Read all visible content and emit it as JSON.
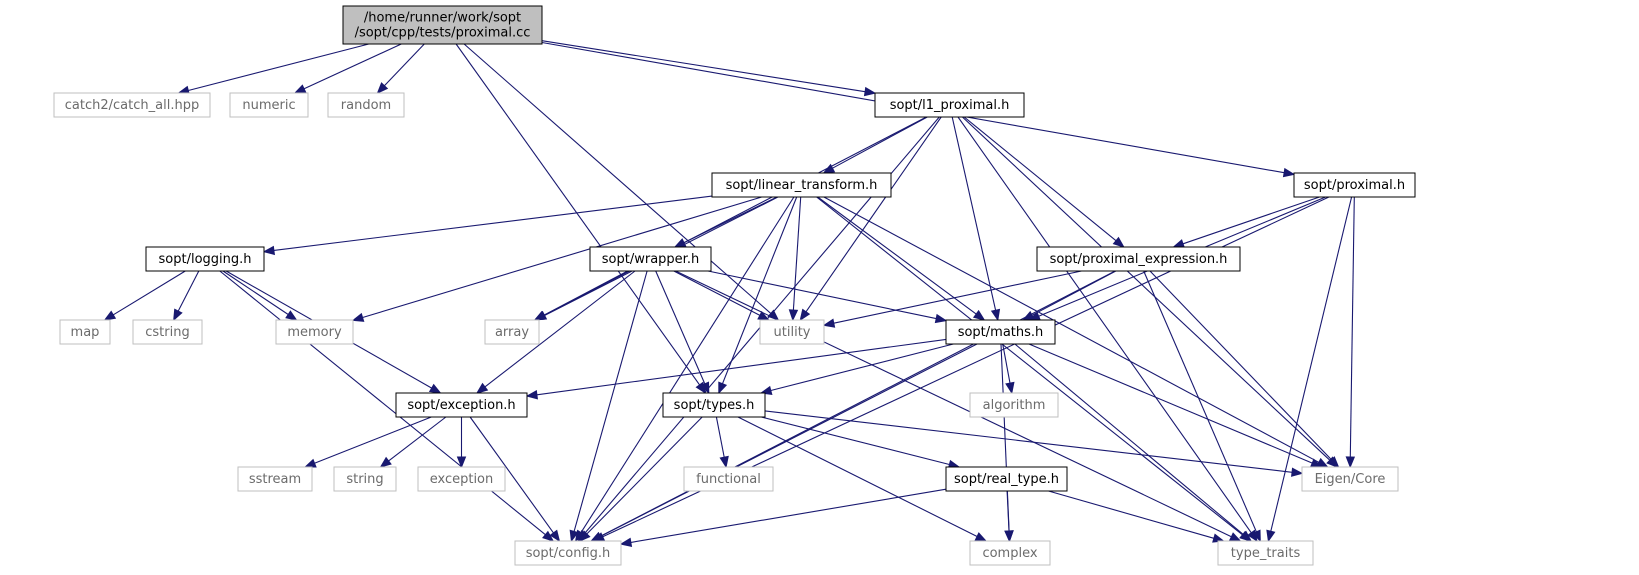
{
  "colors": {
    "edge": "#191970",
    "root_fill": "#bfbfbf",
    "node_border": "#000000",
    "ext_border": "#bfbfbf"
  },
  "nodes": [
    {
      "id": "root",
      "kind": "root",
      "lines": [
        "/home/runner/work/sopt",
        "/sopt/cpp/tests/proximal.cc"
      ]
    },
    {
      "id": "catch",
      "kind": "ext",
      "lines": [
        "catch2/catch_all.hpp"
      ]
    },
    {
      "id": "numeric",
      "kind": "ext",
      "lines": [
        "numeric"
      ]
    },
    {
      "id": "random",
      "kind": "ext",
      "lines": [
        "random"
      ]
    },
    {
      "id": "l1",
      "kind": "file",
      "lines": [
        "sopt/l1_proximal.h"
      ]
    },
    {
      "id": "lt",
      "kind": "file",
      "lines": [
        "sopt/linear_transform.h"
      ]
    },
    {
      "id": "prox",
      "kind": "file",
      "lines": [
        "sopt/proximal.h"
      ]
    },
    {
      "id": "logging",
      "kind": "file",
      "lines": [
        "sopt/logging.h"
      ]
    },
    {
      "id": "wrapper",
      "kind": "file",
      "lines": [
        "sopt/wrapper.h"
      ]
    },
    {
      "id": "pe",
      "kind": "file",
      "lines": [
        "sopt/proximal_expression.h"
      ]
    },
    {
      "id": "map",
      "kind": "ext",
      "lines": [
        "map"
      ]
    },
    {
      "id": "cstring",
      "kind": "ext",
      "lines": [
        "cstring"
      ]
    },
    {
      "id": "memory",
      "kind": "ext",
      "lines": [
        "memory"
      ]
    },
    {
      "id": "array",
      "kind": "ext",
      "lines": [
        "array"
      ]
    },
    {
      "id": "utility",
      "kind": "ext",
      "lines": [
        "utility"
      ]
    },
    {
      "id": "maths",
      "kind": "file",
      "lines": [
        "sopt/maths.h"
      ]
    },
    {
      "id": "exception",
      "kind": "file",
      "lines": [
        "sopt/exception.h"
      ]
    },
    {
      "id": "types",
      "kind": "file",
      "lines": [
        "sopt/types.h"
      ]
    },
    {
      "id": "algorithm",
      "kind": "ext",
      "lines": [
        "algorithm"
      ]
    },
    {
      "id": "sstream",
      "kind": "ext",
      "lines": [
        "sstream"
      ]
    },
    {
      "id": "string",
      "kind": "ext",
      "lines": [
        "string"
      ]
    },
    {
      "id": "exc",
      "kind": "ext",
      "lines": [
        "exception"
      ]
    },
    {
      "id": "functional",
      "kind": "ext",
      "lines": [
        "functional"
      ]
    },
    {
      "id": "realtype",
      "kind": "file",
      "lines": [
        "sopt/real_type.h"
      ]
    },
    {
      "id": "eigen",
      "kind": "ext",
      "lines": [
        "Eigen/Core"
      ]
    },
    {
      "id": "config",
      "kind": "ext",
      "lines": [
        "sopt/config.h"
      ]
    },
    {
      "id": "complex",
      "kind": "ext",
      "lines": [
        "complex"
      ]
    },
    {
      "id": "tt",
      "kind": "ext",
      "lines": [
        "type_traits"
      ]
    }
  ],
  "edges": [
    [
      "root",
      "catch"
    ],
    [
      "root",
      "numeric"
    ],
    [
      "root",
      "random"
    ],
    [
      "root",
      "l1"
    ],
    [
      "root",
      "prox"
    ],
    [
      "root",
      "utility"
    ],
    [
      "root",
      "types"
    ],
    [
      "l1",
      "lt"
    ],
    [
      "l1",
      "pe"
    ],
    [
      "l1",
      "array"
    ],
    [
      "l1",
      "utility"
    ],
    [
      "l1",
      "maths"
    ],
    [
      "l1",
      "config"
    ],
    [
      "l1",
      "eigen"
    ],
    [
      "l1",
      "tt"
    ],
    [
      "lt",
      "logging"
    ],
    [
      "lt",
      "wrapper"
    ],
    [
      "lt",
      "memory"
    ],
    [
      "lt",
      "array"
    ],
    [
      "lt",
      "utility"
    ],
    [
      "lt",
      "maths"
    ],
    [
      "lt",
      "types"
    ],
    [
      "lt",
      "config"
    ],
    [
      "lt",
      "eigen"
    ],
    [
      "lt",
      "tt"
    ],
    [
      "prox",
      "pe"
    ],
    [
      "prox",
      "maths"
    ],
    [
      "prox",
      "config"
    ],
    [
      "prox",
      "eigen"
    ],
    [
      "prox",
      "tt"
    ],
    [
      "logging",
      "map"
    ],
    [
      "logging",
      "cstring"
    ],
    [
      "logging",
      "memory"
    ],
    [
      "logging",
      "exception"
    ],
    [
      "logging",
      "config"
    ],
    [
      "wrapper",
      "array"
    ],
    [
      "wrapper",
      "utility"
    ],
    [
      "wrapper",
      "maths"
    ],
    [
      "wrapper",
      "exception"
    ],
    [
      "wrapper",
      "types"
    ],
    [
      "wrapper",
      "config"
    ],
    [
      "wrapper",
      "tt"
    ],
    [
      "pe",
      "utility"
    ],
    [
      "pe",
      "maths"
    ],
    [
      "pe",
      "config"
    ],
    [
      "pe",
      "eigen"
    ],
    [
      "pe",
      "tt"
    ],
    [
      "maths",
      "exception"
    ],
    [
      "maths",
      "types"
    ],
    [
      "maths",
      "algorithm"
    ],
    [
      "maths",
      "config"
    ],
    [
      "maths",
      "complex"
    ],
    [
      "maths",
      "eigen"
    ],
    [
      "maths",
      "tt"
    ],
    [
      "exception",
      "sstream"
    ],
    [
      "exception",
      "string"
    ],
    [
      "exception",
      "exc"
    ],
    [
      "exception",
      "config"
    ],
    [
      "types",
      "functional"
    ],
    [
      "types",
      "realtype"
    ],
    [
      "types",
      "config"
    ],
    [
      "types",
      "complex"
    ],
    [
      "types",
      "eigen"
    ],
    [
      "realtype",
      "config"
    ],
    [
      "realtype",
      "complex"
    ],
    [
      "realtype",
      "tt"
    ]
  ]
}
